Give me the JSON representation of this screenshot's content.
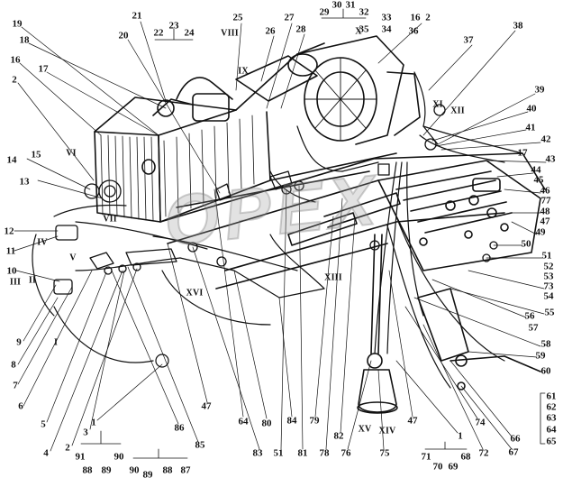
{
  "watermark": "OPEX",
  "labels": [
    [
      "1",
      104,
      469
    ],
    [
      "1",
      511,
      484
    ],
    [
      "2",
      16,
      89
    ],
    [
      "2",
      475,
      20
    ],
    [
      "2",
      75,
      497
    ],
    [
      "3",
      95,
      480
    ],
    [
      "4",
      51,
      503
    ],
    [
      "5",
      48,
      471
    ],
    [
      "6",
      23,
      451
    ],
    [
      "7",
      17,
      428
    ],
    [
      "8",
      15,
      405
    ],
    [
      "9",
      21,
      380
    ],
    [
      "10",
      13,
      301
    ],
    [
      "11",
      12,
      279
    ],
    [
      "12",
      10,
      257
    ],
    [
      "13",
      27,
      202
    ],
    [
      "14",
      13,
      178
    ],
    [
      "15",
      40,
      172
    ],
    [
      "16",
      17,
      67
    ],
    [
      "16",
      461,
      20
    ],
    [
      "17",
      48,
      77
    ],
    [
      "17",
      580,
      170
    ],
    [
      "18",
      27,
      45
    ],
    [
      "19",
      19,
      27
    ],
    [
      "20",
      137,
      40
    ],
    [
      "21",
      152,
      18
    ],
    [
      "22",
      176,
      37
    ],
    [
      "23",
      193,
      29
    ],
    [
      "24",
      210,
      37
    ],
    [
      "25",
      264,
      20
    ],
    [
      "26",
      300,
      35
    ],
    [
      "27",
      321,
      20
    ],
    [
      "28",
      334,
      33
    ],
    [
      "29",
      360,
      14
    ],
    [
      "30",
      374,
      6
    ],
    [
      "31",
      389,
      6
    ],
    [
      "32",
      404,
      14
    ],
    [
      "33",
      429,
      20
    ],
    [
      "34",
      429,
      33
    ],
    [
      "35",
      404,
      33
    ],
    [
      "36",
      459,
      35
    ],
    [
      "37",
      520,
      45
    ],
    [
      "38",
      575,
      29
    ],
    [
      "39",
      599,
      100
    ],
    [
      "40",
      590,
      121
    ],
    [
      "41",
      589,
      142
    ],
    [
      "42",
      606,
      155
    ],
    [
      "43",
      611,
      177
    ],
    [
      "44",
      595,
      189
    ],
    [
      "45",
      598,
      200
    ],
    [
      "46",
      605,
      212
    ],
    [
      "77",
      606,
      223
    ],
    [
      "48",
      605,
      235
    ],
    [
      "47",
      605,
      246
    ],
    [
      "49",
      600,
      258
    ],
    [
      "50",
      584,
      271
    ],
    [
      "51",
      607,
      284
    ],
    [
      "52",
      609,
      296
    ],
    [
      "53",
      609,
      307
    ],
    [
      "73",
      609,
      318
    ],
    [
      "54",
      609,
      329
    ],
    [
      "55",
      610,
      347
    ],
    [
      "56",
      588,
      351
    ],
    [
      "57",
      592,
      364
    ],
    [
      "58",
      606,
      382
    ],
    [
      "59",
      600,
      395
    ],
    [
      "60",
      606,
      412
    ],
    [
      "61",
      612,
      440
    ],
    [
      "62",
      612,
      452
    ],
    [
      "63",
      612,
      464
    ],
    [
      "64",
      612,
      477
    ],
    [
      "65",
      612,
      490
    ],
    [
      "47",
      229,
      451
    ],
    [
      "64",
      270,
      468
    ],
    [
      "80",
      296,
      470
    ],
    [
      "83",
      286,
      503
    ],
    [
      "84",
      324,
      467
    ],
    [
      "51",
      309,
      503
    ],
    [
      "81",
      336,
      503
    ],
    [
      "79",
      349,
      467
    ],
    [
      "82",
      376,
      484
    ],
    [
      "78",
      360,
      503
    ],
    [
      "76",
      384,
      503
    ],
    [
      "75",
      427,
      503
    ],
    [
      "47",
      458,
      467
    ],
    [
      "74",
      533,
      469
    ],
    [
      "72",
      537,
      503
    ],
    [
      "66",
      572,
      487
    ],
    [
      "67",
      570,
      502
    ],
    [
      "86",
      199,
      475
    ],
    [
      "85",
      222,
      494
    ],
    [
      "71",
      473,
      507
    ],
    [
      "70",
      486,
      518
    ],
    [
      "69",
      503,
      518
    ],
    [
      "68",
      517,
      507
    ],
    [
      "91",
      89,
      507
    ],
    [
      "88",
      97,
      522
    ],
    [
      "89",
      118,
      522
    ],
    [
      "90",
      132,
      507
    ],
    [
      "90",
      149,
      522
    ],
    [
      "89",
      164,
      527
    ],
    [
      "88",
      186,
      522
    ],
    [
      "87",
      206,
      522
    ]
  ],
  "roman_labels": [
    [
      "X",
      398,
      35
    ],
    [
      "VIII",
      255,
      37
    ],
    [
      "IX",
      270,
      79
    ],
    [
      "XI",
      486,
      116
    ],
    [
      "XII",
      508,
      123
    ],
    [
      "VI",
      79,
      170
    ],
    [
      "VII",
      122,
      243
    ],
    [
      "IV",
      47,
      269
    ],
    [
      "V",
      81,
      286
    ],
    [
      "III",
      17,
      313
    ],
    [
      "II",
      36,
      311
    ],
    [
      "I",
      62,
      380
    ],
    [
      "XVI",
      216,
      325
    ],
    [
      "XIII",
      370,
      308
    ],
    [
      "XV",
      405,
      476
    ],
    [
      "XIV",
      430,
      478
    ]
  ]
}
